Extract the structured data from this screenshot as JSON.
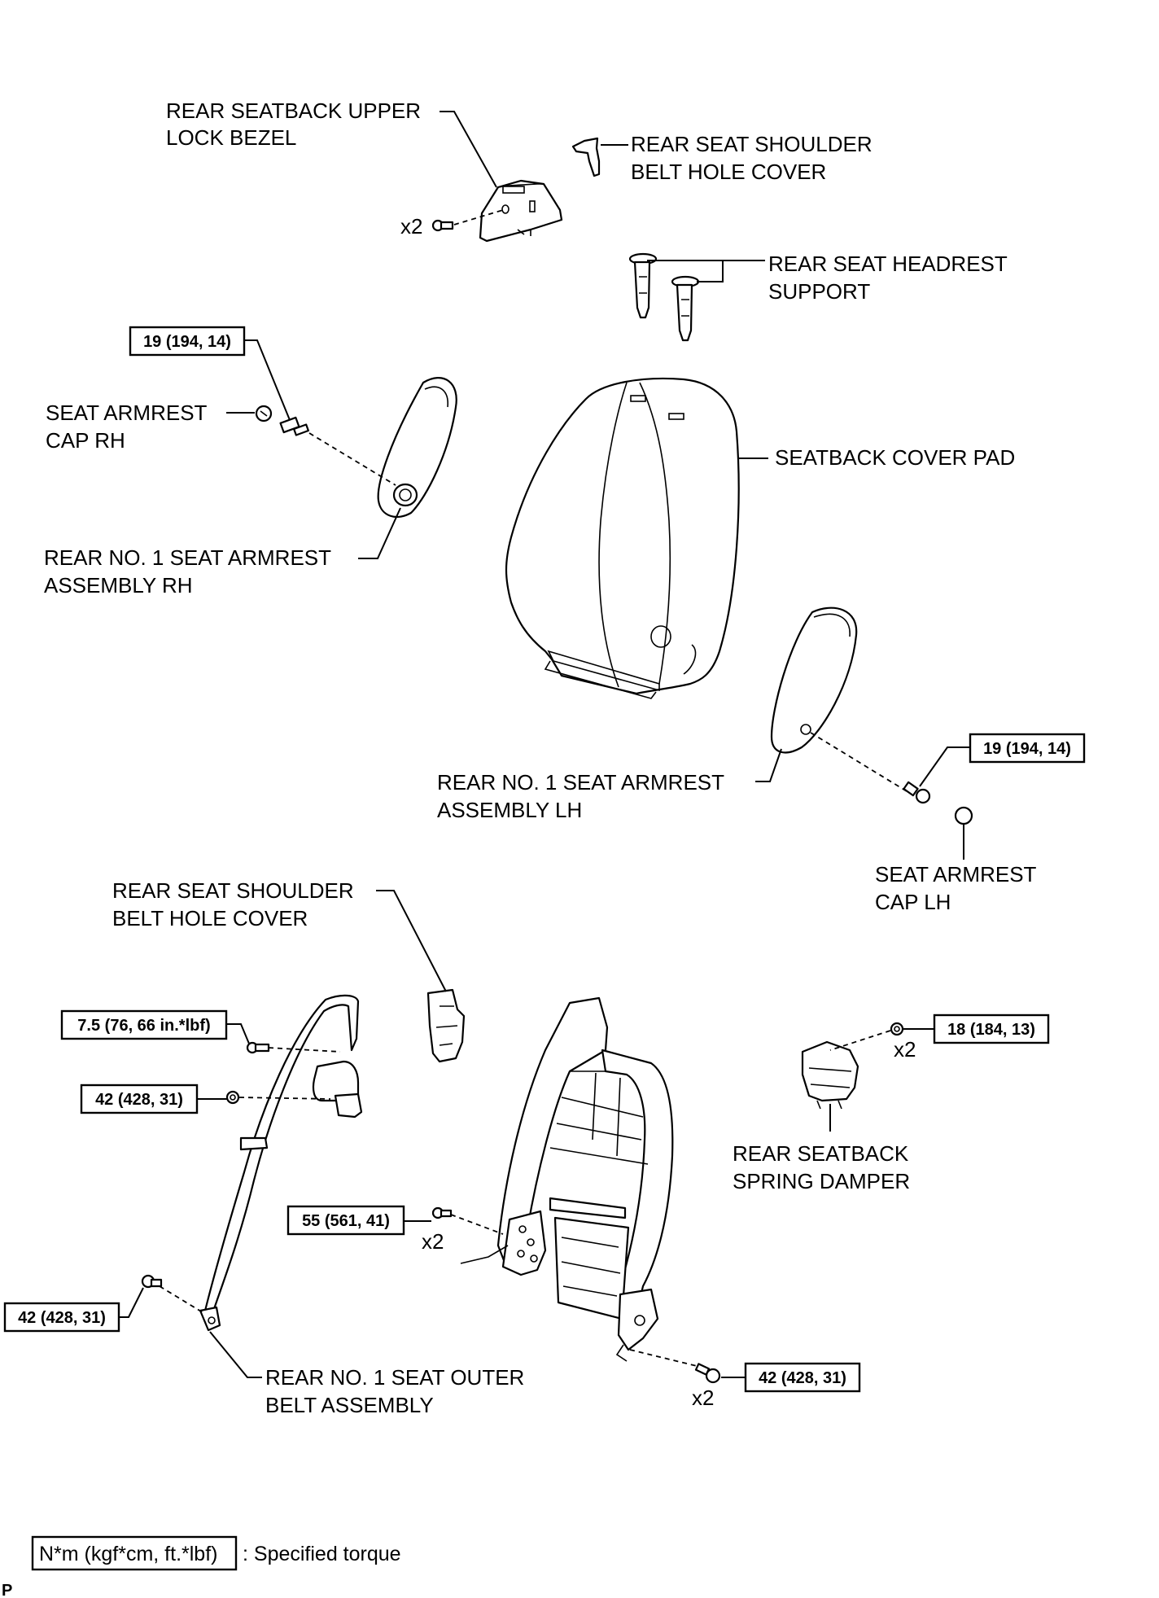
{
  "labels": {
    "upper_lock_bezel_1": "REAR SEATBACK UPPER",
    "upper_lock_bezel_2": "LOCK BEZEL",
    "shoulder_cover_top_1": "REAR SEAT SHOULDER",
    "shoulder_cover_top_2": "BELT HOLE COVER",
    "headrest_support_1": "REAR SEAT HEADREST",
    "headrest_support_2": "SUPPORT",
    "armrest_cap_rh_1": "SEAT ARMREST",
    "armrest_cap_rh_2": "CAP RH",
    "seatback_cover_pad": "SEATBACK COVER PAD",
    "armrest_rh_1": "REAR NO. 1 SEAT ARMREST",
    "armrest_rh_2": "ASSEMBLY RH",
    "armrest_lh_1": "REAR NO. 1 SEAT ARMREST",
    "armrest_lh_2": "ASSEMBLY LH",
    "armrest_cap_lh_1": "SEAT ARMREST",
    "armrest_cap_lh_2": "CAP LH",
    "shoulder_cover_bottom_1": "REAR SEAT SHOULDER",
    "shoulder_cover_bottom_2": "BELT HOLE COVER",
    "spring_damper_1": "REAR SEATBACK",
    "spring_damper_2": "SPRING DAMPER",
    "outer_belt_1": "REAR NO. 1 SEAT OUTER",
    "outer_belt_2": "BELT ASSEMBLY"
  },
  "quantities": {
    "bezel_screws": "x2",
    "damper_bolts": "x2",
    "frame_bolts_left": "x2",
    "frame_bolts_bottom": "x2"
  },
  "torques": {
    "armrest_rh_bolt": "19 (194, 14)",
    "armrest_lh_bolt": "19 (194, 14)",
    "belt_upper_bolt": "7.5 (76, 66 in.*lbf)",
    "belt_retractor_nut": "42 (428, 31)",
    "frame_left_bolt": "55 (561, 41)",
    "belt_anchor_bolt": "42 (428, 31)",
    "damper_bolt": "18 (184, 13)",
    "frame_bottom_bolt": "42 (428, 31)"
  },
  "legend": {
    "box_text": "N*m (kgf*cm, ft.*lbf)",
    "desc": ": Specified torque"
  },
  "footer_code": "P"
}
